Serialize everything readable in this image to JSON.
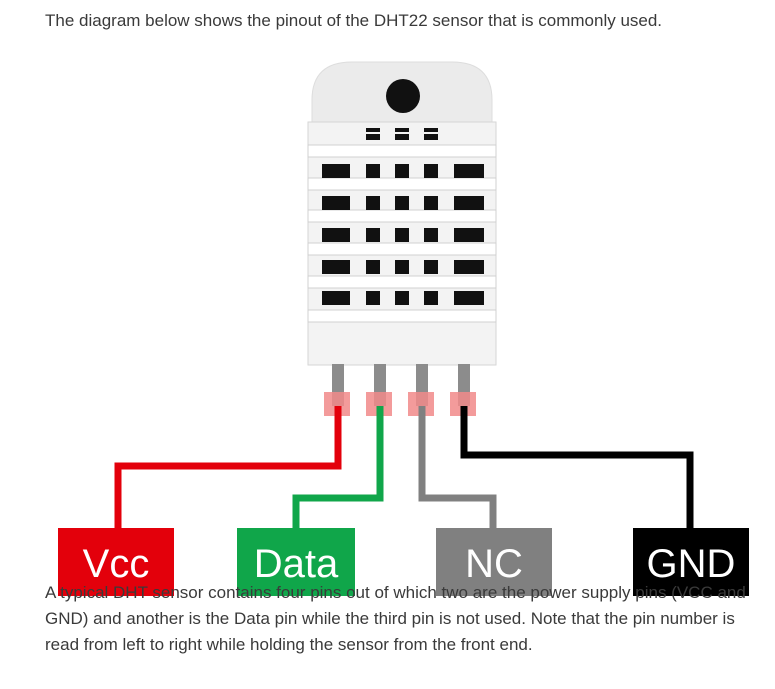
{
  "intro_text": "The diagram below shows the pinout of the DHT22 sensor that is commonly used.",
  "pins": [
    {
      "label": "Vcc",
      "color": "#e3000b"
    },
    {
      "label": "Data",
      "color": "#10a64a"
    },
    {
      "label": "NC",
      "color": "#808080"
    },
    {
      "label": "GND",
      "color": "#000000"
    }
  ],
  "outro_text": "A typical DHT sensor contains four pins out of which two are the power supply pins (VCC and GND) and another is the Data pin while the third pin is not used. Note that the pin number is read from left to right while holding the sensor from the front end."
}
